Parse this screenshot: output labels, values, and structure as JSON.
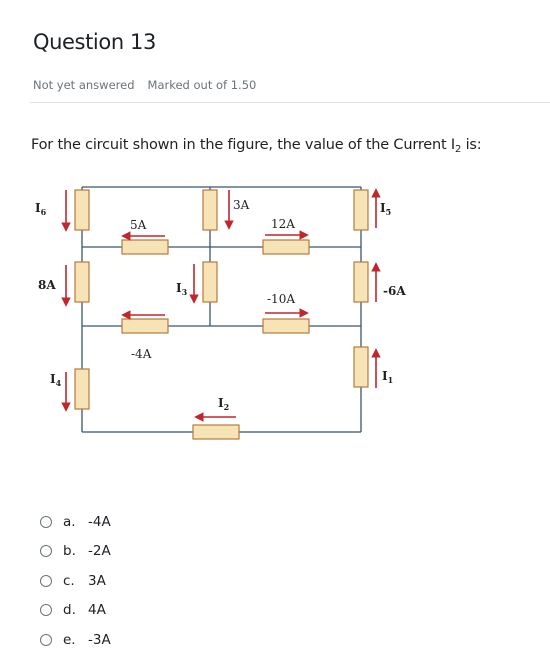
{
  "question": {
    "title": "Question 13",
    "status": "Not yet answered",
    "marks": "Marked out of 1.50",
    "text_before": "For the circuit shown in the figure, the value of the Current I",
    "text_sub": "2",
    "text_after": " is:"
  },
  "circuit": {
    "labels": {
      "i6": "I6",
      "i5": "I5",
      "i4": "I4",
      "i3": "I3",
      "i2": "I2",
      "i1": "I1",
      "c5a": "5A",
      "c3a": "3A",
      "c12a": "12A",
      "c8a": "8A",
      "cm6a": "-6A",
      "cm10a": "-10A",
      "cm4a": "-4A"
    }
  },
  "answers": [
    {
      "letter": "a.",
      "value": "-4A"
    },
    {
      "letter": "b.",
      "value": "-2A"
    },
    {
      "letter": "c.",
      "value": "3A"
    },
    {
      "letter": "d.",
      "value": "4A"
    },
    {
      "letter": "e.",
      "value": "-3A"
    }
  ]
}
